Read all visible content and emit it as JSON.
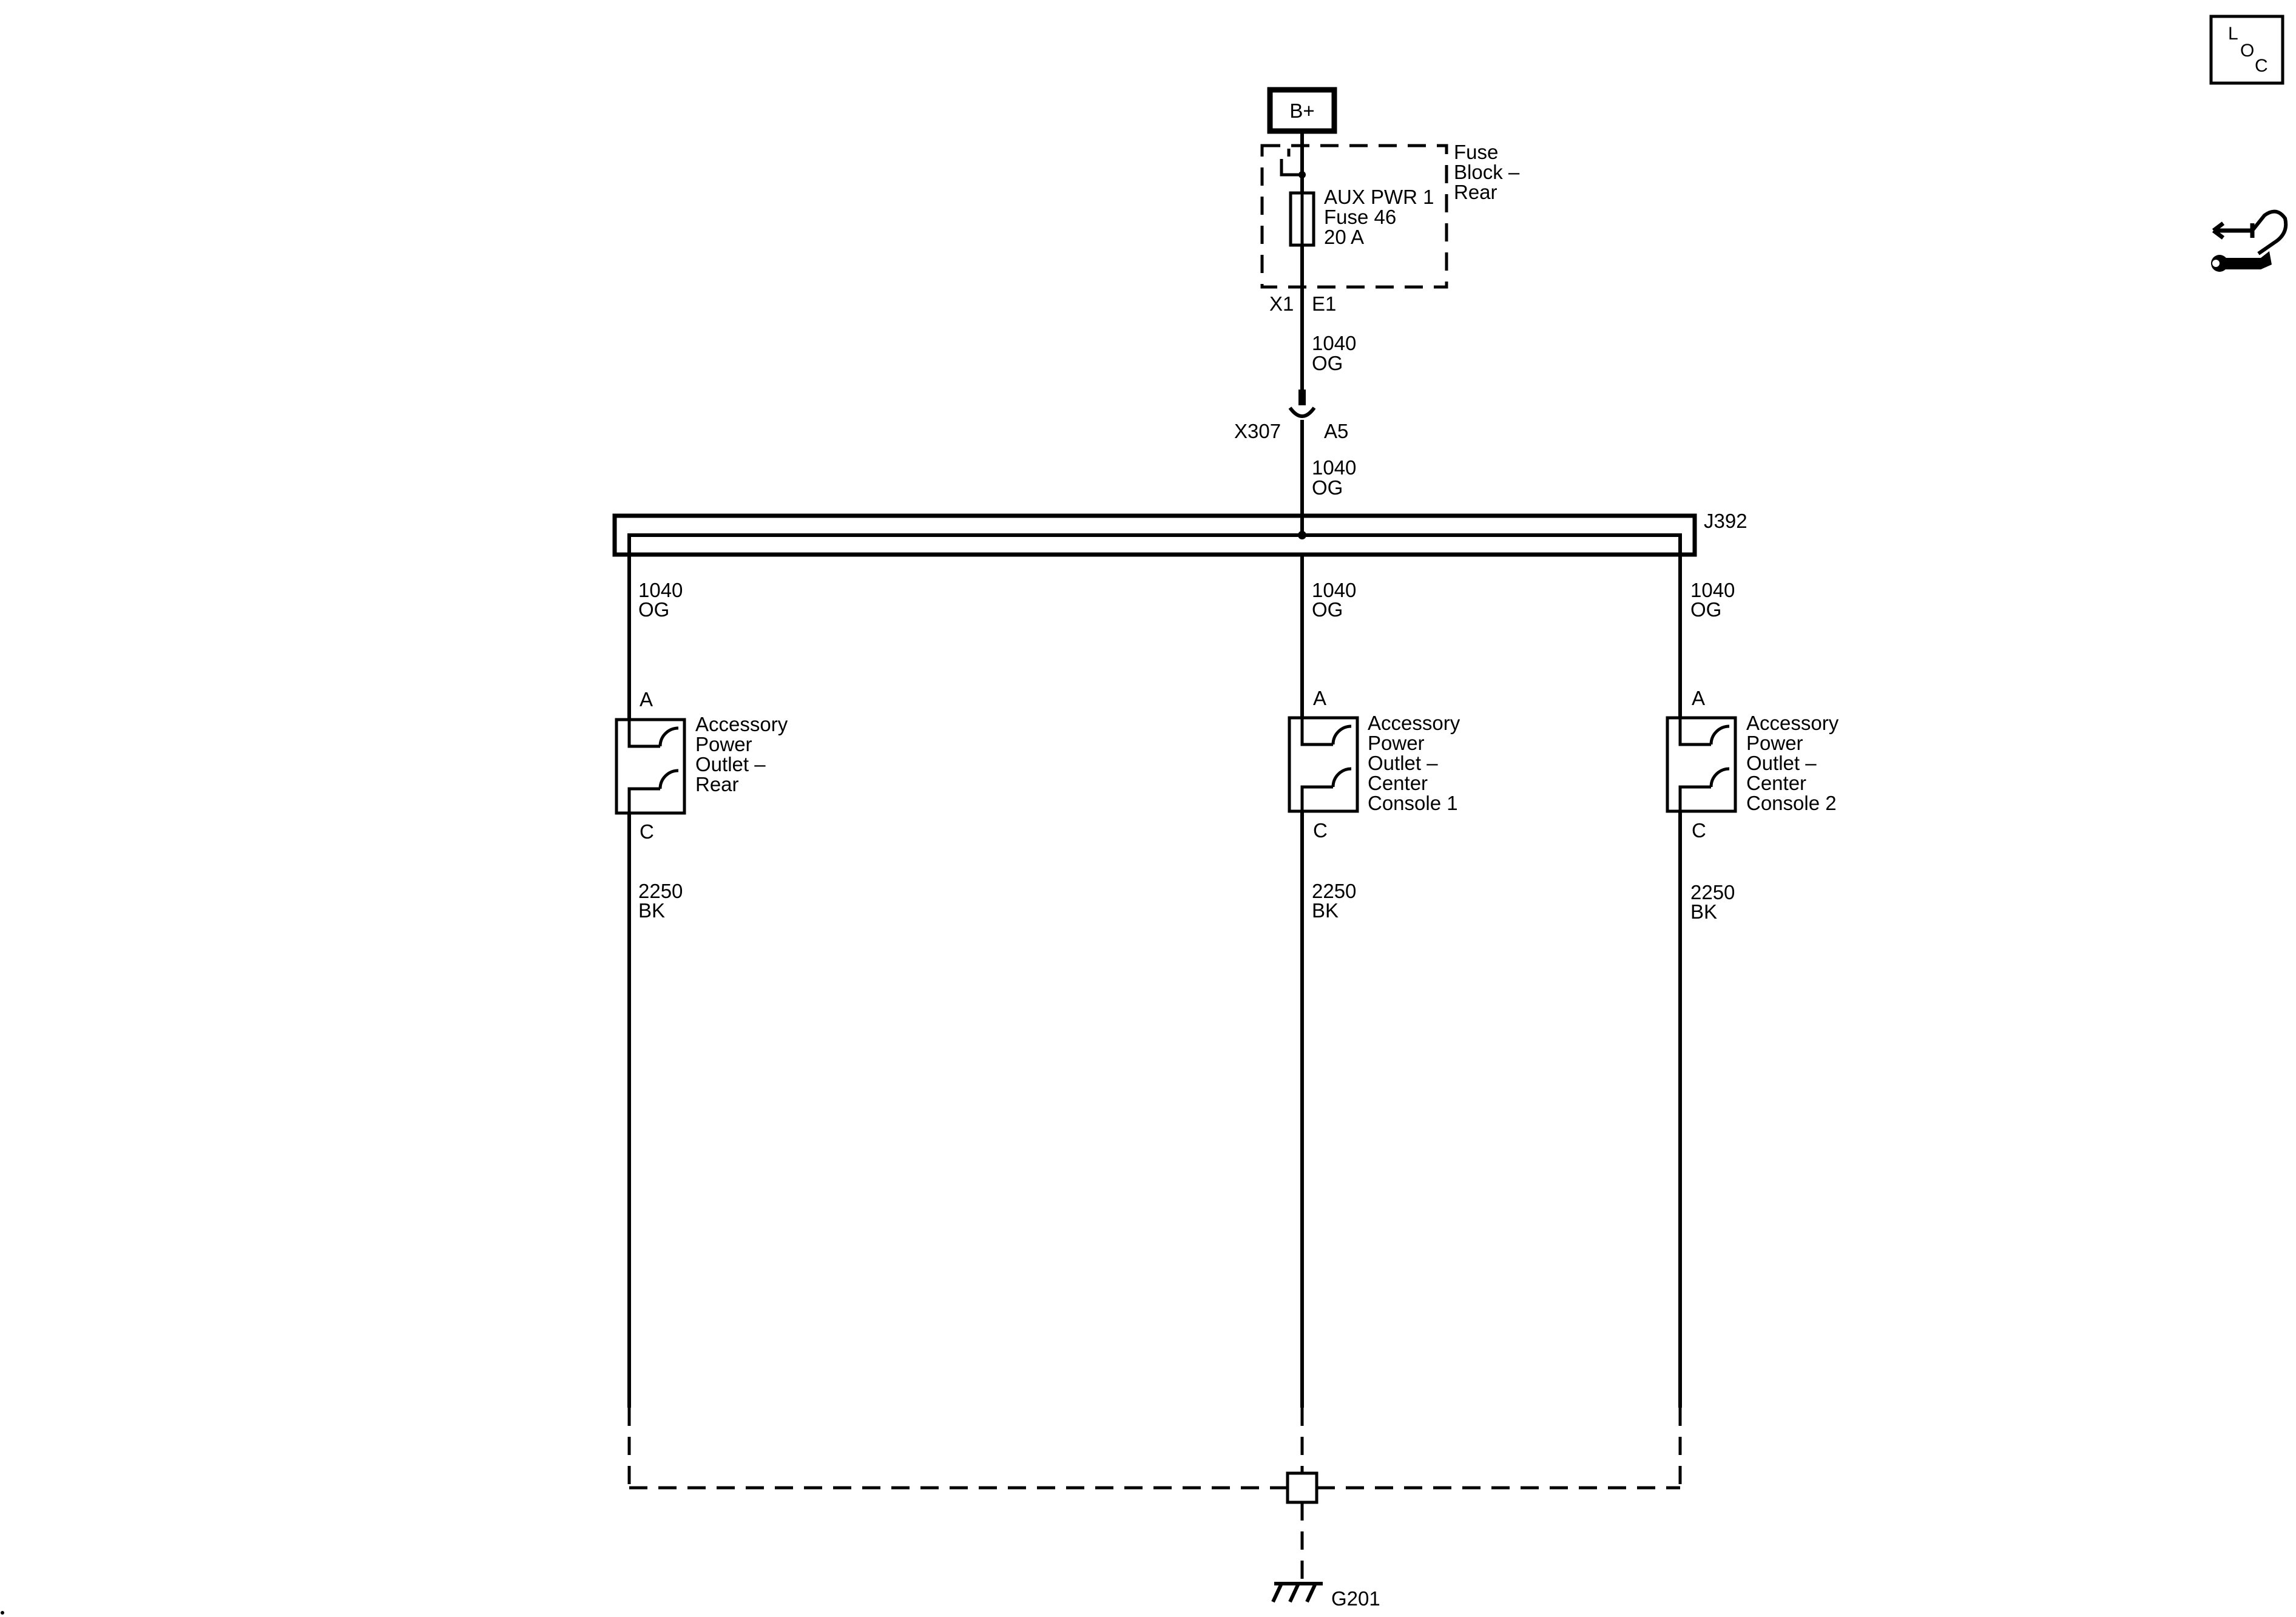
{
  "source": {
    "label": "B+"
  },
  "fuse_block": {
    "name": [
      "Fuse",
      "Block –",
      "Rear"
    ],
    "fuse_lines": [
      "AUX PWR 1",
      "Fuse 46",
      "20 A"
    ],
    "connector": "X1",
    "pin": "E1"
  },
  "feed_wire": {
    "circuit": "1040",
    "color": "OG"
  },
  "inline_connector": {
    "name": "X307",
    "pin": "A5"
  },
  "splice": {
    "name": "J392"
  },
  "outlets": [
    {
      "name_lines": [
        "Accessory",
        "Power",
        "Outlet –",
        "Rear"
      ],
      "pin_top": "A",
      "pin_bottom": "C",
      "power_circuit": "1040",
      "power_color": "OG",
      "ground_circuit": "2250",
      "ground_color": "BK"
    },
    {
      "name_lines": [
        "Accessory",
        "Power",
        "Outlet –",
        "Center",
        "Console 1"
      ],
      "pin_top": "A",
      "pin_bottom": "C",
      "power_circuit": "1040",
      "power_color": "OG",
      "ground_circuit": "2250",
      "ground_color": "BK"
    },
    {
      "name_lines": [
        "Accessory",
        "Power",
        "Outlet –",
        "Center",
        "Console 2"
      ],
      "pin_top": "A",
      "pin_bottom": "C",
      "power_circuit": "1040",
      "power_color": "OG",
      "ground_circuit": "2250",
      "ground_color": "BK"
    }
  ],
  "ground": {
    "name": "G201"
  },
  "loc_icon": {
    "letters": [
      "L",
      "O",
      "C"
    ]
  },
  "icons": {
    "loc": "loc-icon",
    "service": "service-wrench-icon"
  }
}
